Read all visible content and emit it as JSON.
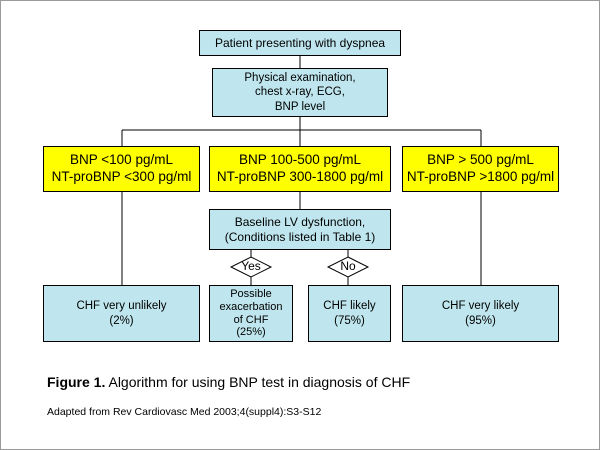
{
  "flowchart": {
    "start": [
      "Patient presenting with dyspnea"
    ],
    "workup": [
      "Physical examination,",
      "chest x-ray, ECG,",
      "BNP level"
    ],
    "low": [
      "BNP <100 pg/mL",
      "NT-proBNP <300 pg/ml"
    ],
    "mid": [
      "BNP 100-500 pg/mL",
      "NT-proBNP 300-1800 pg/ml"
    ],
    "high": [
      "BNP > 500 pg/mL",
      "NT-proBNP >1800 pg/ml"
    ],
    "baseline": [
      "Baseline LV dysfunction,",
      "(Conditions listed in Table 1)"
    ],
    "yes_label": "Yes",
    "no_label": "No",
    "outcome_unlikely": [
      "CHF very unlikely",
      "(2%)"
    ],
    "outcome_possible": [
      "Possible",
      "exacerbation",
      "of CHF",
      "(25%)"
    ],
    "outcome_likely": [
      "CHF likely",
      "(75%)"
    ],
    "outcome_very_likely": [
      "CHF very likely",
      "(95%)"
    ]
  },
  "caption": {
    "label": "Figure 1.",
    "text": " Algorithm for using BNP test in diagnosis of CHF"
  },
  "source": "Adapted from Rev Cardiovasc Med 2003;4(suppl4):S3-S12",
  "colors": {
    "process_box": "#bfe6ee",
    "range_box": "#ffff00",
    "border": "#000000"
  }
}
